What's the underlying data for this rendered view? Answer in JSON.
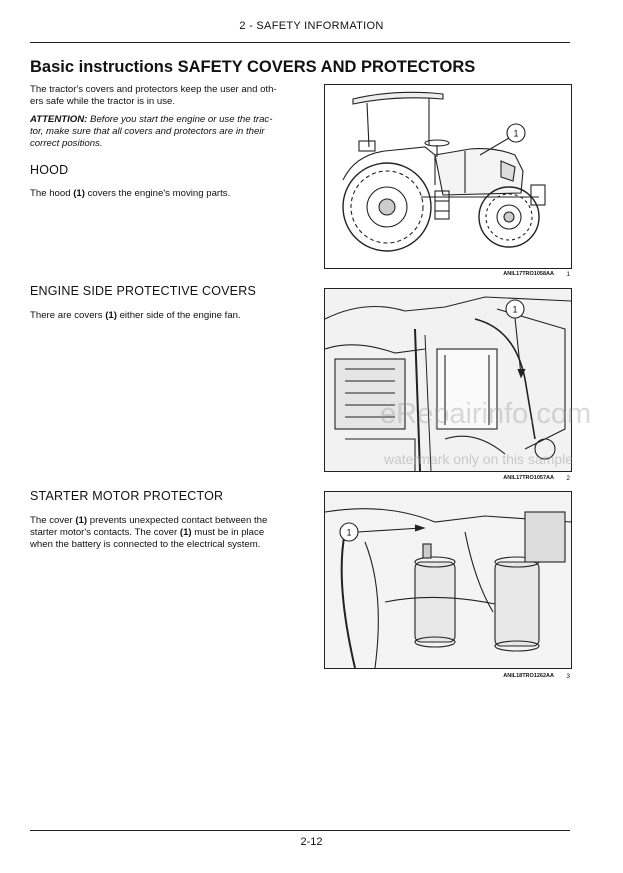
{
  "header": {
    "section": "2 - SAFETY INFORMATION"
  },
  "title": "Basic instructions SAFETY COVERS AND PROTECTORS",
  "intro": {
    "line1": "The tractor's covers and protectors keep the user and oth-",
    "line2": "ers safe while the tractor is in use."
  },
  "attention": {
    "label": "ATTENTION:",
    "line1": " Before you start the engine or use the trac-",
    "line2": "tor, make sure that all covers and protectors are in their",
    "line3": "correct positions."
  },
  "sections": [
    {
      "heading": "HOOD",
      "text_a": "The hood ",
      "ref": "(1)",
      "text_b": " covers the engine's moving parts."
    },
    {
      "heading": "ENGINE SIDE PROTECTIVE COVERS",
      "text_a": "There are covers ",
      "ref": "(1)",
      "text_b": " either side of the engine fan."
    },
    {
      "heading": "STARTER MOTOR PROTECTOR",
      "l1a": "The cover ",
      "l1ref": "(1)",
      "l1b": " prevents unexpected contact between the",
      "l2a": "starter motor's contacts.  The cover ",
      "l2ref": "(1)",
      "l2b": " must be in place",
      "l3": "when the battery is connected to the electrical system."
    }
  ],
  "figures": [
    {
      "callout": "1",
      "code": "ANIL17TRO1058AA",
      "number": "1",
      "subject": "tractor-side-view"
    },
    {
      "callout": "1",
      "code": "ANIL17TRO1057AA",
      "number": "2",
      "subject": "engine-fan-covers"
    },
    {
      "callout": "1",
      "code": "ANIL18TRO1262AA",
      "number": "3",
      "subject": "starter-motor-area"
    }
  ],
  "watermark": {
    "main": "eRepairinfo.com",
    "sub": "watermark only on this sample"
  },
  "footer": {
    "page": "2-12"
  }
}
